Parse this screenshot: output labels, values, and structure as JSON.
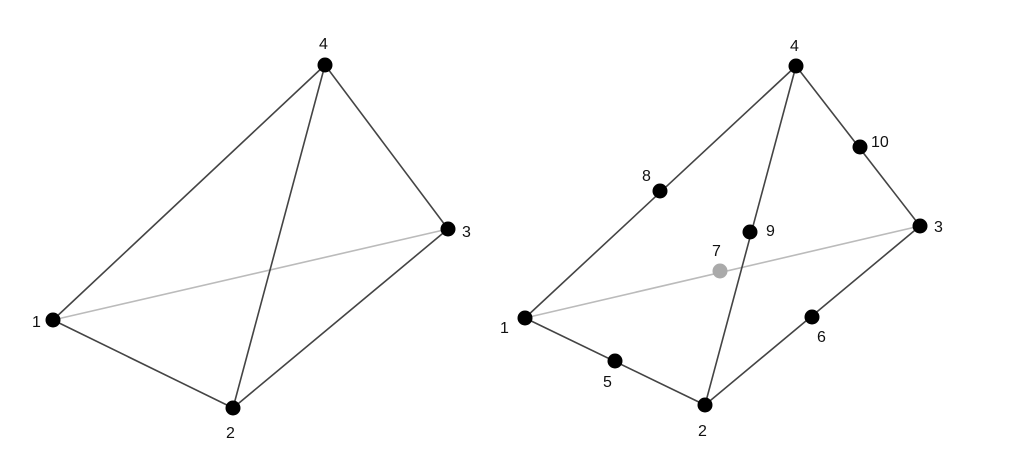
{
  "colors": {
    "edge_visible": "#444444",
    "edge_hidden": "#bbbbbb",
    "node_visible": "#000000",
    "node_hidden": "#aaaaaa",
    "label": "#111111",
    "background": "#ffffff"
  },
  "linear_tetrahedron": {
    "nodes": [
      {
        "label": "1",
        "hidden": false
      },
      {
        "label": "2",
        "hidden": false
      },
      {
        "label": "3",
        "hidden": false
      },
      {
        "label": "4",
        "hidden": false
      }
    ],
    "edges": [
      {
        "from": "1",
        "to": "2",
        "hidden": false
      },
      {
        "from": "2",
        "to": "3",
        "hidden": false
      },
      {
        "from": "3",
        "to": "4",
        "hidden": false
      },
      {
        "from": "4",
        "to": "1",
        "hidden": false
      },
      {
        "from": "4",
        "to": "2",
        "hidden": false
      },
      {
        "from": "1",
        "to": "3",
        "hidden": true
      }
    ]
  },
  "quadratic_tetrahedron": {
    "nodes": [
      {
        "label": "1",
        "hidden": false
      },
      {
        "label": "2",
        "hidden": false
      },
      {
        "label": "3",
        "hidden": false
      },
      {
        "label": "4",
        "hidden": false
      },
      {
        "label": "5",
        "hidden": false
      },
      {
        "label": "6",
        "hidden": false
      },
      {
        "label": "7",
        "hidden": true
      },
      {
        "label": "8",
        "hidden": false
      },
      {
        "label": "9",
        "hidden": false
      },
      {
        "label": "10",
        "hidden": false
      }
    ],
    "edges": [
      {
        "from": "1",
        "to": "2",
        "hidden": false
      },
      {
        "from": "2",
        "to": "3",
        "hidden": false
      },
      {
        "from": "3",
        "to": "4",
        "hidden": false
      },
      {
        "from": "4",
        "to": "1",
        "hidden": false
      },
      {
        "from": "4",
        "to": "2",
        "hidden": false
      },
      {
        "from": "1",
        "to": "3",
        "hidden": true
      }
    ]
  }
}
